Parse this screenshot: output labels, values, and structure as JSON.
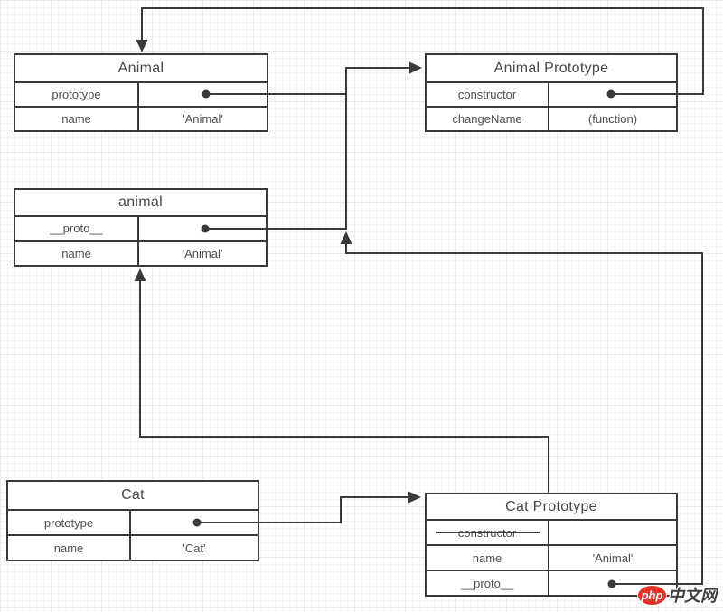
{
  "diagram": {
    "boxes": {
      "animal_class": {
        "title": "Animal",
        "rows": [
          {
            "key": "prototype",
            "value": ""
          },
          {
            "key": "name",
            "value": "'Animal'"
          }
        ]
      },
      "animal_prototype": {
        "title": "Animal Prototype",
        "rows": [
          {
            "key": "constructor",
            "value": ""
          },
          {
            "key": "changeName",
            "value": "(function)"
          }
        ]
      },
      "animal_instance": {
        "title": "animal",
        "rows": [
          {
            "key": "__proto__",
            "value": ""
          },
          {
            "key": "name",
            "value": "'Animal'"
          }
        ]
      },
      "cat_class": {
        "title": "Cat",
        "rows": [
          {
            "key": "prototype",
            "value": ""
          },
          {
            "key": "name",
            "value": "'Cat'"
          }
        ]
      },
      "cat_prototype": {
        "title": "Cat Prototype",
        "rows": [
          {
            "key": "constructor",
            "value": "",
            "strikethrough": true
          },
          {
            "key": "name",
            "value": "'Animal'"
          },
          {
            "key": "__proto__",
            "value": ""
          }
        ]
      }
    },
    "edges": [
      {
        "from": "Animal.prototype",
        "to": "Animal Prototype"
      },
      {
        "from": "animal.__proto__",
        "to": "Animal Prototype"
      },
      {
        "from": "Animal Prototype.constructor",
        "to": "Animal"
      },
      {
        "from": "Cat.prototype",
        "to": "Cat Prototype"
      },
      {
        "from": "Cat Prototype.__proto__",
        "to": "Animal Prototype"
      },
      {
        "from": "Cat Prototype",
        "to": "animal"
      }
    ],
    "colors": {
      "line": "#3a3a3a",
      "text": "#4f4f4f",
      "background": "#ffffff",
      "grid_minor": "#f5f5f5",
      "grid_major": "#ebebeb",
      "watermark_red": "#e23329",
      "watermark_text": "#3f3f3f"
    }
  },
  "watermark": {
    "badge": "php",
    "site": "中文网"
  }
}
